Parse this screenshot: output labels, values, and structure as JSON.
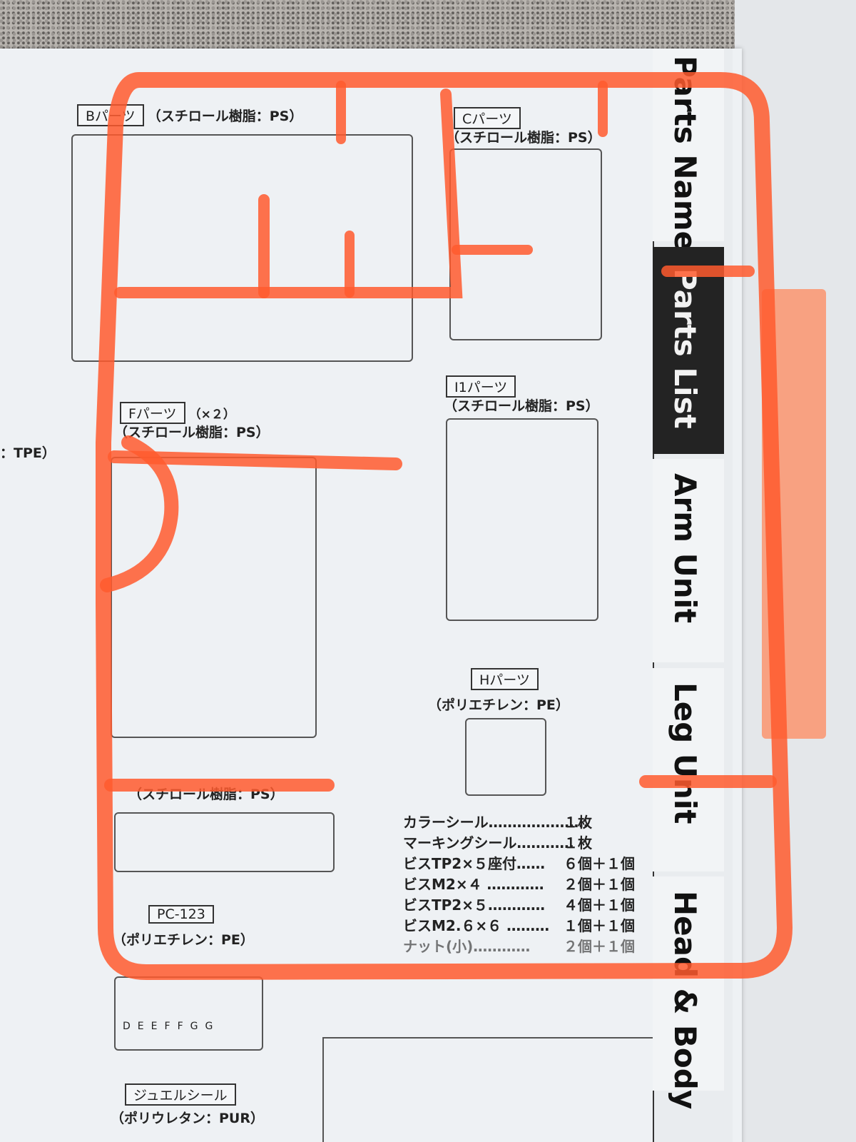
{
  "sections": {
    "b_parts": {
      "title": "Bパーツ",
      "material": "（スチロール樹脂：PS）"
    },
    "c_parts": {
      "title": "Cパーツ",
      "material": "（スチロール樹脂：PS）"
    },
    "f_parts": {
      "title": "Fパーツ",
      "count": "（×２）",
      "material": "（スチロール樹脂：PS）"
    },
    "i1_parts": {
      "title": "I1パーツ",
      "material": "（スチロール樹脂：PS）"
    },
    "h_parts": {
      "title": "Hパーツ",
      "material": "（ポリエチレン：PE）"
    },
    "unnamed_parts": {
      "material": "（スチロール樹脂：PS）"
    },
    "pc123": {
      "title": "PC-123",
      "material": "（ポリエチレン：PE）",
      "letters": [
        "D",
        "E",
        "E",
        "F",
        "F",
        "G",
        "G"
      ]
    },
    "jewel_seal": {
      "title": "ジュエルシール",
      "material": "（ポリウレタン：PUR）"
    },
    "left_partial": {
      "material": "：TPE）"
    }
  },
  "parts_list": [
    {
      "name": "カラーシール…………………",
      "qty": "１枚"
    },
    {
      "name": "マーキングシール…………",
      "qty": "１枚"
    },
    {
      "name": "ビスTP2×５座付……",
      "qty": "６個＋１個"
    },
    {
      "name": "ビスM2×４ …………",
      "qty": "２個＋１個"
    },
    {
      "name": "ビスTP2×５…………",
      "qty": "４個＋１個"
    },
    {
      "name": "ビスM2.６×６ ………",
      "qty": "１個＋１個"
    },
    {
      "name": "ナット(小)…………",
      "qty": "２個＋１個"
    }
  ],
  "side_tabs": [
    {
      "label": "Parts Name",
      "active": false
    },
    {
      "label": "Parts List",
      "active": true
    },
    {
      "label": "Arm Unit",
      "active": false
    },
    {
      "label": "Leg Unit",
      "active": false
    },
    {
      "label": "Head & Body",
      "active": false
    }
  ],
  "colors": {
    "sprue": "#ff5a2e",
    "sprue_light": "#ff8a5e",
    "paper": "#eef1f4",
    "tab_active": "#222222"
  }
}
